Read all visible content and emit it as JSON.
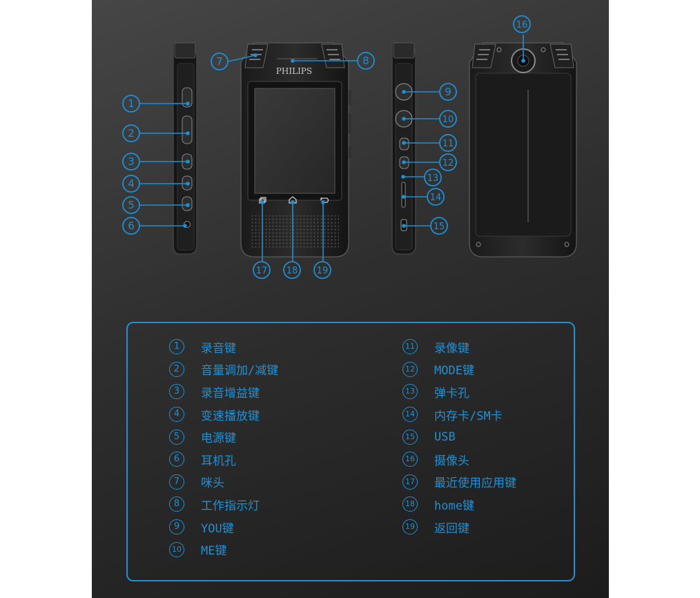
{
  "brand": "PHILIPS",
  "accent_color": "#1e90d6",
  "callout_numbers": [
    "1",
    "2",
    "3",
    "4",
    "5",
    "6",
    "7",
    "8",
    "9",
    "10",
    "11",
    "12",
    "13",
    "14",
    "15",
    "16",
    "17",
    "18",
    "19"
  ],
  "legend": [
    {
      "num": "1",
      "label": "录音键"
    },
    {
      "num": "2",
      "label": "音量调加/减键"
    },
    {
      "num": "3",
      "label": "录音增益键"
    },
    {
      "num": "4",
      "label": "变速播放键"
    },
    {
      "num": "5",
      "label": "电源键"
    },
    {
      "num": "6",
      "label": "耳机孔"
    },
    {
      "num": "7",
      "label": "咪头"
    },
    {
      "num": "8",
      "label": "工作指示灯"
    },
    {
      "num": "9",
      "label": "YOU键"
    },
    {
      "num": "10",
      "label": "ME键"
    },
    {
      "num": "11",
      "label": "录像键"
    },
    {
      "num": "12",
      "label": "MODE键"
    },
    {
      "num": "13",
      "label": "弹卡孔"
    },
    {
      "num": "14",
      "label": "内存卡/SM卡"
    },
    {
      "num": "15",
      "label": "USB"
    },
    {
      "num": "16",
      "label": "摄像头"
    },
    {
      "num": "17",
      "label": "最近使用应用键"
    },
    {
      "num": "18",
      "label": "home键"
    },
    {
      "num": "19",
      "label": "返回键"
    }
  ]
}
